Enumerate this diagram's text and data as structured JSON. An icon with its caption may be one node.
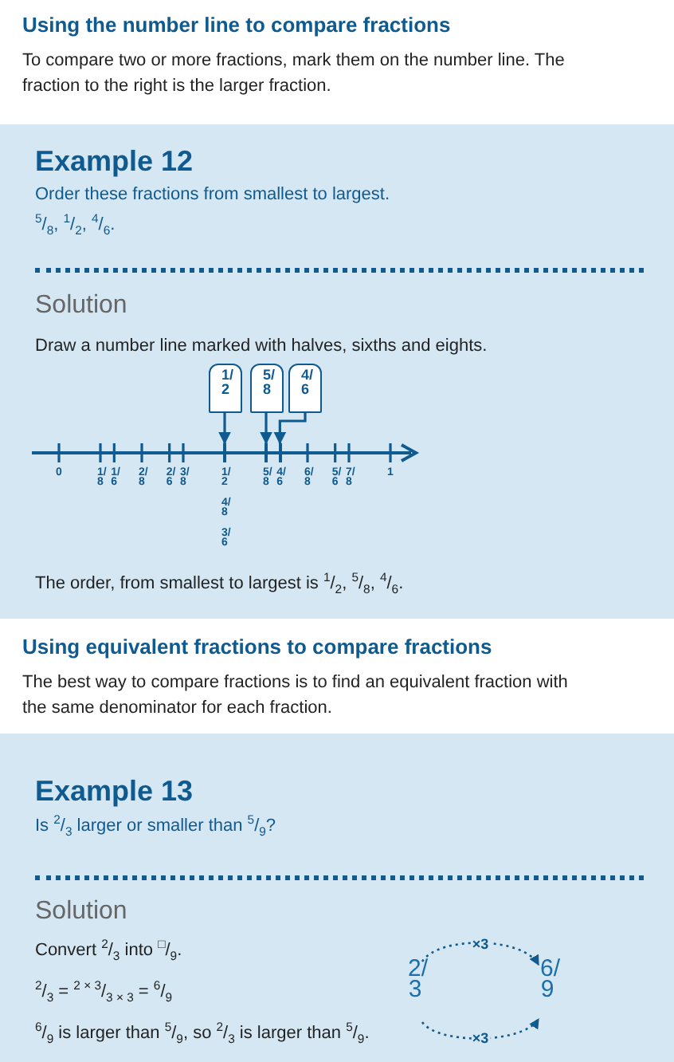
{
  "diagram": {
    "nodes": [
      {
        "text": [
          "1/2"
        ]
      },
      {
        "text": [
          "5/8"
        ]
      },
      {
        "text": [
          "4/6"
        ]
      },
      {
        "text": [
          "2/3"
        ]
      },
      {
        "text": [
          "6/9"
        ]
      },
      {
        "text": [],
        "shape": "bar"
      },
      {
        "text": [],
        "shape": "bar"
      },
      {
        "text": [],
        "shape": "bar"
      }
    ],
    "edges": [
      {
        "from": 0,
        "to": 5,
        "arrow": "to"
      },
      {
        "from": 1,
        "to": 6,
        "arrow": "to"
      },
      {
        "from": 2,
        "to": 7,
        "arrow": "to"
      },
      {
        "from": 3,
        "to": 4,
        "arrow": "to",
        "label": "×3",
        "style": "dashed"
      },
      {
        "from": 3,
        "to": 4,
        "arrow": "to",
        "label": "×3",
        "style": "dashed"
      }
    ],
    "labels": [
      "Using the number line to compare fractions",
      "To compare two or more fractions, mark them on the number line. The fraction to the right is the larger fraction.",
      "Example 12",
      "Order these fractions from smallest to largest.",
      "$^{5}$/$_{8}$, $^{1}$/$_{2}$, $^{4}$/$_{6}$.",
      "Solution",
      "Draw a number line marked with halves, sixths and eights.",
      "0",
      "1/8",
      "1/6",
      "2/8",
      "2/6",
      "3/8",
      "1/2",
      "4/8",
      "3/6",
      "5/8",
      "4/6",
      "6/8",
      "5/6",
      "7/8",
      "1",
      "The order, from smallest to largest is $^{1}$/$_{2}$, $^{5}$/$_{8}$, $^{4}$/$_{6}$.",
      "Using equivalent fractions to compare fractions",
      "The best way to compare fractions is to find an equivalent fraction with the same denominator for each fraction.",
      "Example 13",
      "Is $^{2}$/$_{3}$ larger or smaller than $^{5}$/$_{9}$?",
      "Solution",
      "Convert $^{2}$/$_{3}$ into $^{□}$/$_{9}$.",
      "$^{2}$/$_{3}$ = $^{2 × 3}$/$_{3 × 3}$ = $^{6}$/$_{9}$",
      "$^{6}$/$_{9}$ is larger than $^{5}$/$_{9}$, so $^{2}$/$_{3}$ is larger than $^{5}$/$_{9}$."
    ]
  }
}
